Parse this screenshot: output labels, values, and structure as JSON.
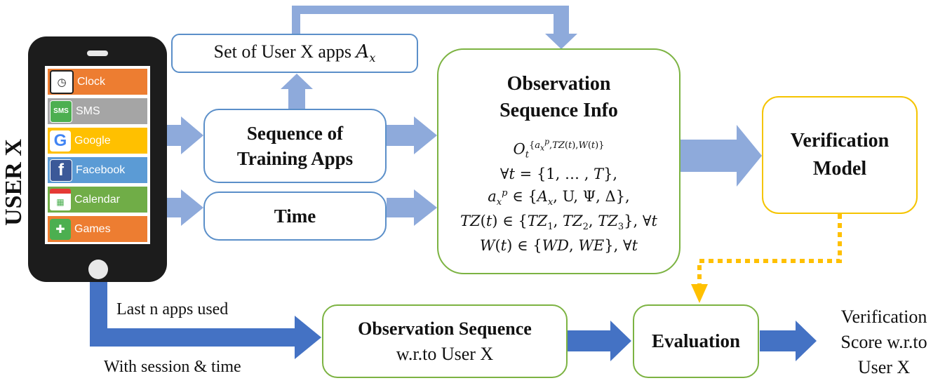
{
  "user_label": "USER X",
  "apps": [
    {
      "label": "Clock",
      "color": "#ed7d31",
      "icon": "clock-icon"
    },
    {
      "label": "SMS",
      "color": "#a5a5a5",
      "icon": "sms-icon"
    },
    {
      "label": "Google",
      "color": "#ffc000",
      "icon": "google-icon"
    },
    {
      "label": "Facebook",
      "color": "#5b9bd5",
      "icon": "facebook-icon"
    },
    {
      "label": "Calendar",
      "color": "#70ad47",
      "icon": "calendar-icon"
    },
    {
      "label": "Games",
      "color": "#ed7d31",
      "icon": "games-icon"
    }
  ],
  "app_set_box": {
    "label": "Set of User X apps"
  },
  "training_box": {
    "line1": "Sequence of",
    "line2": "Training Apps"
  },
  "time_box": {
    "label": "Time"
  },
  "observation_info_box": {
    "line1": "Observation",
    "line2": "Sequence Info"
  },
  "verification_model_box": {
    "line1": "Verification",
    "line2": "Model"
  },
  "observation_seq_box": {
    "line1": "Observation Sequence",
    "line2": "w.r.to User X"
  },
  "evaluation_box": {
    "label": "Evaluation"
  },
  "bottom_labels": {
    "last_n": "Last n apps used",
    "session_time": "With session & time"
  },
  "output": {
    "line1": "Verification",
    "line2": "Score w.r.to",
    "line3": "User X"
  },
  "colors": {
    "light_arrow": "#8eaadb",
    "dark_arrow": "#4472c4",
    "dotted": "#ffc000",
    "box_blue": "#5b8fc9",
    "box_green": "#7cb342",
    "box_gold": "#f5c400"
  }
}
